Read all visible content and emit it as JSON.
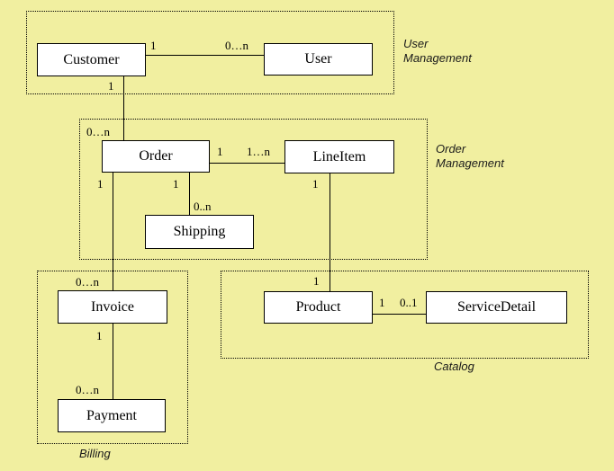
{
  "diagram": {
    "type": "uml-domain-model",
    "colors": {
      "background": "#f1efa0",
      "entity_fill": "#ffffff",
      "line": "#000000"
    },
    "regions": [
      {
        "id": "user-management",
        "label": "User\nManagement"
      },
      {
        "id": "order-management",
        "label": "Order\nManagement"
      },
      {
        "id": "billing",
        "label": "Billing"
      },
      {
        "id": "catalog",
        "label": "Catalog"
      }
    ],
    "entities": [
      {
        "id": "customer",
        "label": "Customer",
        "region": "user-management"
      },
      {
        "id": "user",
        "label": "User",
        "region": "user-management"
      },
      {
        "id": "order",
        "label": "Order",
        "region": "order-management"
      },
      {
        "id": "lineitem",
        "label": "LineItem",
        "region": "order-management"
      },
      {
        "id": "shipping",
        "label": "Shipping",
        "region": "order-management"
      },
      {
        "id": "invoice",
        "label": "Invoice",
        "region": "billing"
      },
      {
        "id": "payment",
        "label": "Payment",
        "region": "billing"
      },
      {
        "id": "product",
        "label": "Product",
        "region": "catalog"
      },
      {
        "id": "servicedetail",
        "label": "ServiceDetail",
        "region": "catalog"
      }
    ],
    "connections": [
      {
        "from": "Customer",
        "to": "User",
        "from_card": "1",
        "to_card": "0…n"
      },
      {
        "from": "Customer",
        "to": "Order",
        "from_card": "1",
        "to_card": "0…n"
      },
      {
        "from": "Order",
        "to": "LineItem",
        "from_card": "1",
        "to_card": "1…n"
      },
      {
        "from": "Order",
        "to": "Shipping",
        "from_card": "1",
        "to_card": "0..n"
      },
      {
        "from": "Order",
        "to": "Invoice",
        "from_card": "1",
        "to_card": "0…n"
      },
      {
        "from": "Invoice",
        "to": "Payment",
        "from_card": "1",
        "to_card": "0…n"
      },
      {
        "from": "LineItem",
        "to": "Product",
        "from_card": "1",
        "to_card": "1"
      },
      {
        "from": "Product",
        "to": "ServiceDetail",
        "from_card": "1",
        "to_card": "0..1"
      }
    ]
  }
}
